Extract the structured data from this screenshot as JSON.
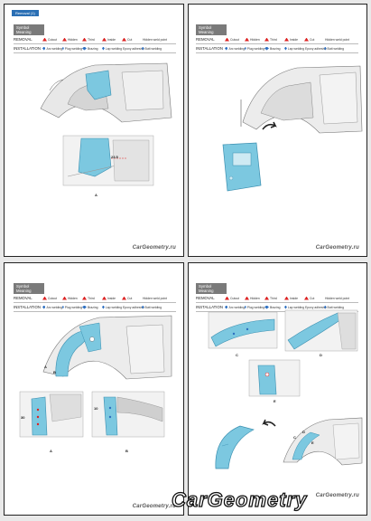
{
  "header_tab": "Removal (1)",
  "legend": {
    "title": "Symbol Meaning",
    "removal_label": "REMOVAL",
    "installation_label": "INSTALLATION",
    "removal_items": [
      "Cutout",
      "Hidden",
      "Third",
      "Inside",
      "Cut",
      "Hidden weld point"
    ],
    "installation_items": [
      "Arc welding",
      "Plug welding",
      "Brazing",
      "Lap welding",
      "Epoxy adhesive",
      "Butt welding"
    ]
  },
  "callouts": {
    "p1_dim": "23.5",
    "p1_detail": "A",
    "p3_detail_a": "A",
    "p3_detail_b": "B",
    "p3_dim_a": "30",
    "p3_dim_b": "10",
    "p4_detail_c": "C",
    "p4_detail_d": "D",
    "p4_detail_e": "E",
    "p3_mark_a": "A",
    "p3_mark_b": "B",
    "p4_mark_c": "C",
    "p4_mark_d": "D",
    "p4_mark_e": "E"
  },
  "watermark_small": "CarGeometry.ru",
  "watermark_big": "CarGeometry"
}
